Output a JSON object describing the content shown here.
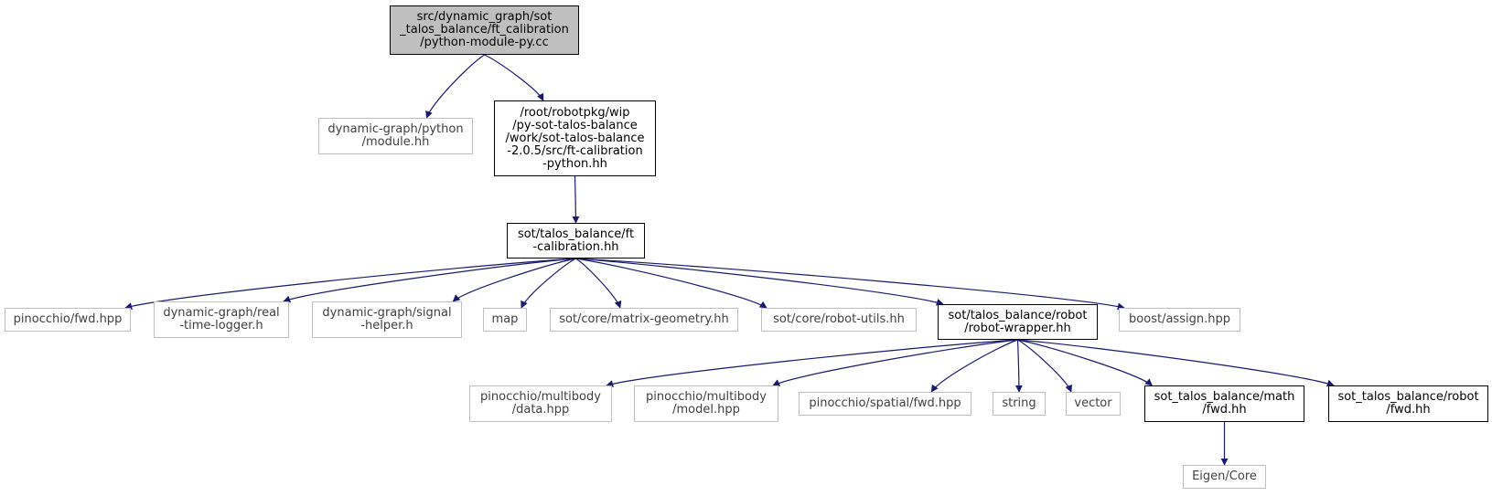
{
  "graph": {
    "edge_color": "#191970",
    "root_fill": "#bfbfbf",
    "external_border": "#bfbfbf",
    "nodes": {
      "root": {
        "label": "src/dynamic_graph/sot\n_talos_balance/ft_calibration\n/python-module-py.cc",
        "kind": "root"
      },
      "dg_python_module": {
        "label": "dynamic-graph/python\n/module.hh",
        "kind": "external"
      },
      "ft_calibration_python": {
        "label": "/root/robotpkg/wip\n/py-sot-talos-balance\n/work/sot-talos-balance\n-2.0.5/src/ft-calibration\n-python.hh",
        "kind": "internal"
      },
      "ft_calibration": {
        "label": "sot/talos_balance/ft\n-calibration.hh",
        "kind": "internal"
      },
      "pinocchio_fwd": {
        "label": "pinocchio/fwd.hpp",
        "kind": "external"
      },
      "dg_real_time_logger": {
        "label": "dynamic-graph/real\n-time-logger.h",
        "kind": "external"
      },
      "dg_signal_helper": {
        "label": "dynamic-graph/signal\n-helper.h",
        "kind": "external"
      },
      "map": {
        "label": "map",
        "kind": "external"
      },
      "matrix_geometry": {
        "label": "sot/core/matrix-geometry.hh",
        "kind": "external"
      },
      "robot_utils": {
        "label": "sot/core/robot-utils.hh",
        "kind": "external"
      },
      "robot_wrapper": {
        "label": "sot/talos_balance/robot\n/robot-wrapper.hh",
        "kind": "internal"
      },
      "boost_assign": {
        "label": "boost/assign.hpp",
        "kind": "external"
      },
      "multibody_data": {
        "label": "pinocchio/multibody\n/data.hpp",
        "kind": "external"
      },
      "multibody_model": {
        "label": "pinocchio/multibody\n/model.hpp",
        "kind": "external"
      },
      "spatial_fwd": {
        "label": "pinocchio/spatial/fwd.hpp",
        "kind": "external"
      },
      "string": {
        "label": "string",
        "kind": "external"
      },
      "vector": {
        "label": "vector",
        "kind": "external"
      },
      "math_fwd": {
        "label": "sot_talos_balance/math\n/fwd.hh",
        "kind": "internal"
      },
      "robot_fwd": {
        "label": "sot_talos_balance/robot\n/fwd.hh",
        "kind": "internal"
      },
      "eigen_core": {
        "label": "Eigen/Core",
        "kind": "external"
      }
    },
    "edges": [
      [
        "root",
        "dg_python_module"
      ],
      [
        "root",
        "ft_calibration_python"
      ],
      [
        "ft_calibration_python",
        "ft_calibration"
      ],
      [
        "ft_calibration",
        "pinocchio_fwd"
      ],
      [
        "ft_calibration",
        "dg_real_time_logger"
      ],
      [
        "ft_calibration",
        "dg_signal_helper"
      ],
      [
        "ft_calibration",
        "map"
      ],
      [
        "ft_calibration",
        "matrix_geometry"
      ],
      [
        "ft_calibration",
        "robot_utils"
      ],
      [
        "ft_calibration",
        "robot_wrapper"
      ],
      [
        "ft_calibration",
        "boost_assign"
      ],
      [
        "robot_wrapper",
        "multibody_data"
      ],
      [
        "robot_wrapper",
        "multibody_model"
      ],
      [
        "robot_wrapper",
        "spatial_fwd"
      ],
      [
        "robot_wrapper",
        "string"
      ],
      [
        "robot_wrapper",
        "vector"
      ],
      [
        "robot_wrapper",
        "math_fwd"
      ],
      [
        "robot_wrapper",
        "robot_fwd"
      ],
      [
        "math_fwd",
        "eigen_core"
      ]
    ]
  }
}
